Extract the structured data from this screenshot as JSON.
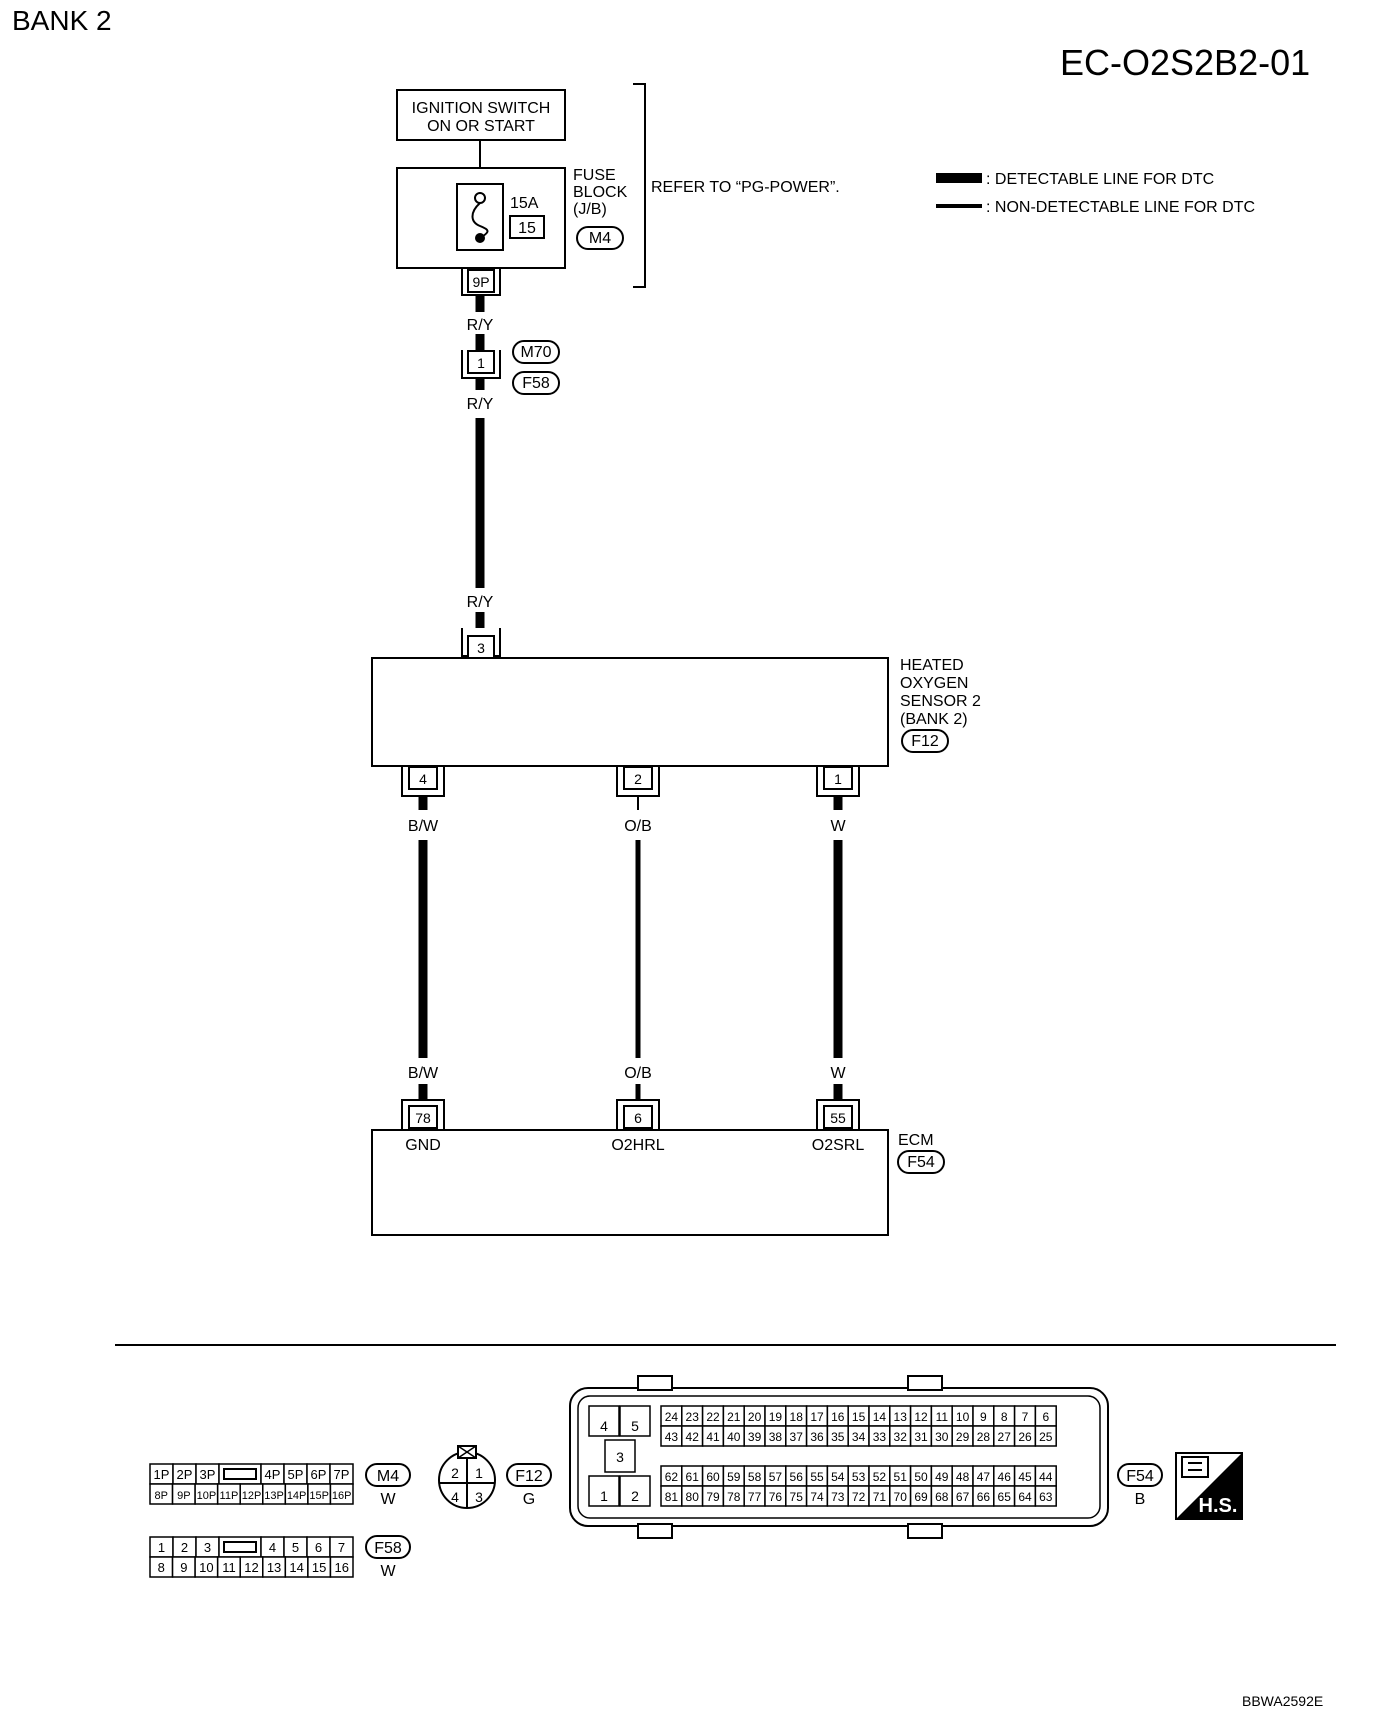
{
  "page": {
    "title": "BANK 2",
    "diagram_id": "EC-O2S2B2-01",
    "image_code": "BBWA2592E"
  },
  "legend": {
    "detectable": ": DETECTABLE LINE FOR DTC",
    "non_detectable": ": NON-DETECTABLE LINE FOR DTC"
  },
  "ignition": {
    "line1": "IGNITION SWITCH",
    "line2": "ON OR START"
  },
  "fuse_block": {
    "line1": "FUSE",
    "line2": "BLOCK",
    "line3": "(J/B)",
    "connector": "M4",
    "amp": "15A",
    "fuse_no": "15",
    "terminal": "9P",
    "refer": "REFER TO “PG-POWER”."
  },
  "junction": {
    "terminal": "1",
    "connector_top": "M70",
    "connector_bottom": "F58"
  },
  "wires": {
    "ry_1": "R/Y",
    "ry_2": "R/Y",
    "ry_3": "R/Y",
    "bw_top": "B/W",
    "ob_top": "O/B",
    "w_top": "W",
    "bw_bot": "B/W",
    "ob_bot": "O/B",
    "w_bot": "W"
  },
  "sensor": {
    "line1": "HEATED",
    "line2": "OXYGEN",
    "line3": "SENSOR 2",
    "line4": "(BANK 2)",
    "connector": "F12",
    "term_top": "3",
    "term_a": "4",
    "term_b": "2",
    "term_c": "1"
  },
  "ecm": {
    "label": "ECM",
    "connector": "F54",
    "term_a": "78",
    "term_b": "6",
    "term_c": "55",
    "sig_a": "GND",
    "sig_b": "O2HRL",
    "sig_c": "O2SRL"
  },
  "connectors": {
    "m4": {
      "id": "M4",
      "color": "W",
      "top": [
        "1P",
        "2P",
        "3P",
        "4P",
        "5P",
        "6P",
        "7P"
      ],
      "bottom": [
        "8P",
        "9P",
        "10P",
        "11P",
        "12P",
        "13P",
        "14P",
        "15P",
        "16P"
      ]
    },
    "f58": {
      "id": "F58",
      "color": "W",
      "top": [
        "1",
        "2",
        "3",
        "4",
        "5",
        "6",
        "7"
      ],
      "bottom": [
        "8",
        "9",
        "10",
        "11",
        "12",
        "13",
        "14",
        "15",
        "16"
      ]
    },
    "f12": {
      "id": "F12",
      "color": "G",
      "pins": [
        "2",
        "1",
        "4",
        "3"
      ]
    },
    "f54": {
      "id": "F54",
      "color": "B",
      "left": [
        "4",
        "5",
        "3",
        "1",
        "2"
      ],
      "row1": [
        "24",
        "23",
        "22",
        "21",
        "20",
        "19",
        "18",
        "17",
        "16",
        "15",
        "14",
        "13",
        "12",
        "11",
        "10",
        "9",
        "8",
        "7",
        "6"
      ],
      "row2": [
        "43",
        "42",
        "41",
        "40",
        "39",
        "38",
        "37",
        "36",
        "35",
        "34",
        "33",
        "32",
        "31",
        "30",
        "29",
        "28",
        "27",
        "26",
        "25"
      ],
      "row3": [
        "62",
        "61",
        "60",
        "59",
        "58",
        "57",
        "56",
        "55",
        "54",
        "53",
        "52",
        "51",
        "50",
        "49",
        "48",
        "47",
        "46",
        "45",
        "44"
      ],
      "row4": [
        "81",
        "80",
        "79",
        "78",
        "77",
        "76",
        "75",
        "74",
        "73",
        "72",
        "71",
        "70",
        "69",
        "68",
        "67",
        "66",
        "65",
        "64",
        "63"
      ]
    },
    "hs": "H.S."
  }
}
